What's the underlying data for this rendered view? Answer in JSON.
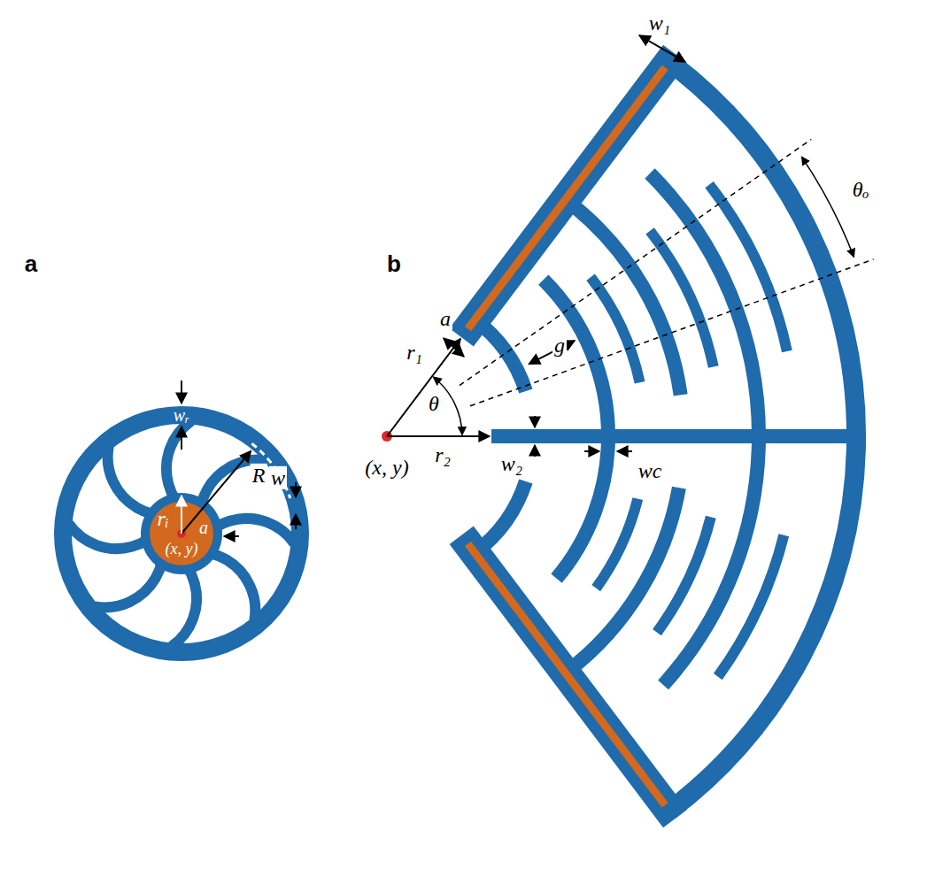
{
  "diagram": {
    "labels": [
      "a",
      "wᵣ",
      "R",
      "rᵢ",
      "w",
      "(x, y)",
      "a",
      "b",
      "w₁",
      "θₒ",
      "a",
      "g",
      "r₁",
      "θ",
      "(x, y)",
      "r₂",
      "w₂",
      "wc"
    ]
  }
}
